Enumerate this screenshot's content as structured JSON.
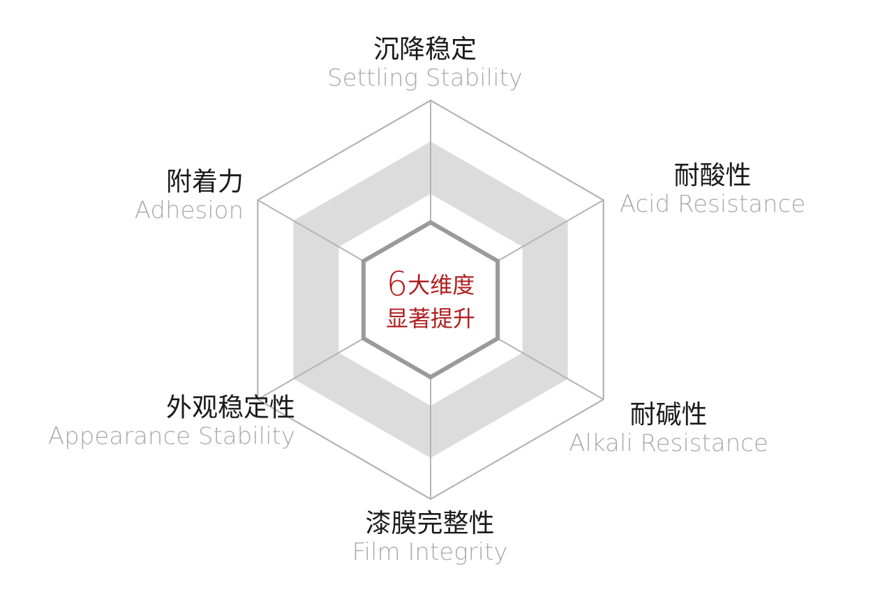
{
  "center": {
    "number": "6",
    "line1_rest": "大维度",
    "line2": "显著提升"
  },
  "dimensions": [
    {
      "zh": "沉降稳定",
      "en": "Settling Stability"
    },
    {
      "zh": "耐酸性",
      "en": "Acid Resistance"
    },
    {
      "zh": "耐碱性",
      "en": "Alkali Resistance"
    },
    {
      "zh": "漆膜完整性",
      "en": "Film Integrity"
    },
    {
      "zh": "外观稳定性",
      "en": "Appearance Stability"
    },
    {
      "zh": "附着力",
      "en": "Adhesion"
    }
  ],
  "colors": {
    "outline": "#b3b3b3",
    "band": "#dcdcdc",
    "inner_hex": "#9a9a9a",
    "accent_red": "#b01f1f",
    "label_dark": "#1a1a1a",
    "label_gray": "#a9a9a9"
  }
}
